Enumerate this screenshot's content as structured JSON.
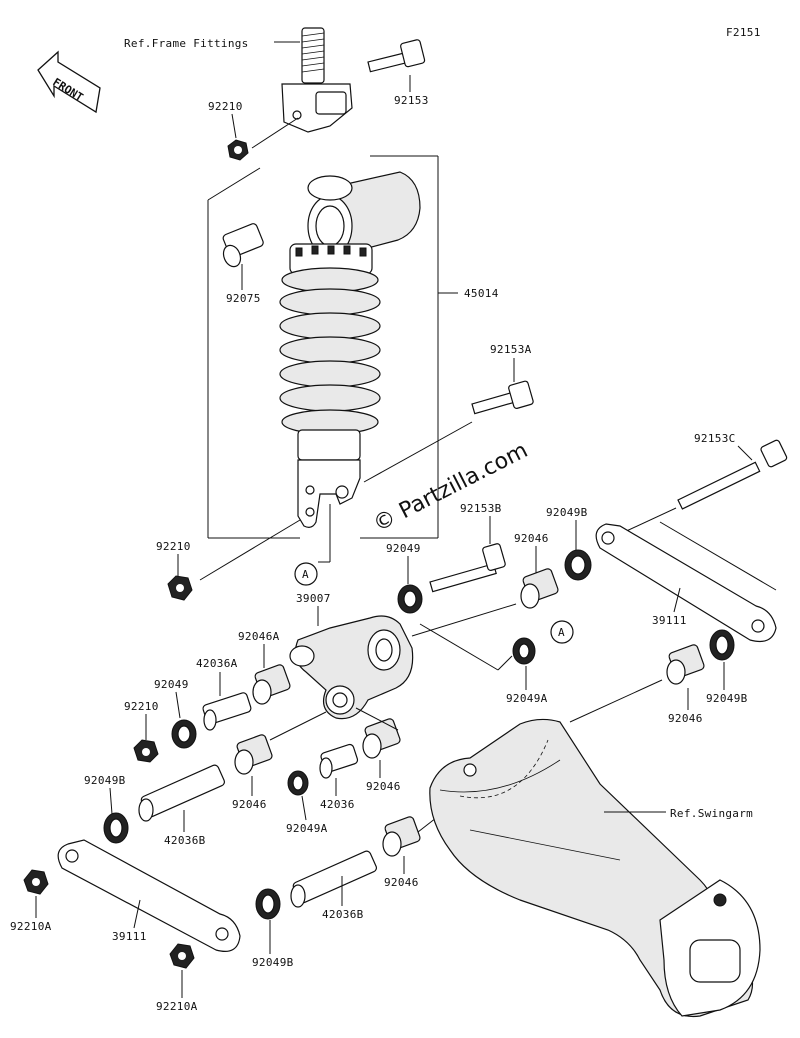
{
  "figure_code": "F2151",
  "front_label": "FRONT",
  "watermark": "© Partzilla.com",
  "ref_labels": {
    "frame_fittings": "Ref.Frame Fittings",
    "swingarm": "Ref.Swingarm"
  },
  "callout_marker": "A",
  "parts": {
    "p92153": "92153",
    "p92210_top": "92210",
    "p92075": "92075",
    "p45014": "45014",
    "p92153A": "92153A",
    "p92153C": "92153C",
    "p92153B": "92153B",
    "p92049B_r": "92049B",
    "p92210_mid": "92210",
    "p92049": "92049",
    "p92046_r1": "92046",
    "p39007": "39007",
    "p39111_r": "39111",
    "p92046A": "92046A",
    "p42036A": "42036A",
    "p92049_l": "92049",
    "p92210_l": "92210",
    "p92049A_r": "92049A",
    "p92049B_r2": "92049B",
    "p92046_r2": "92046",
    "p92049B_l": "92049B",
    "p92046_c1": "92046",
    "p92049A_c": "92049A",
    "p42036": "42036",
    "p92046_c2": "92046",
    "p42036B_l": "42036B",
    "p92210A_l": "92210A",
    "p39111_l": "39111",
    "p92049B_b": "92049B",
    "p42036B_b": "42036B",
    "p92046_b": "92046",
    "p92210A_b": "92210A"
  }
}
